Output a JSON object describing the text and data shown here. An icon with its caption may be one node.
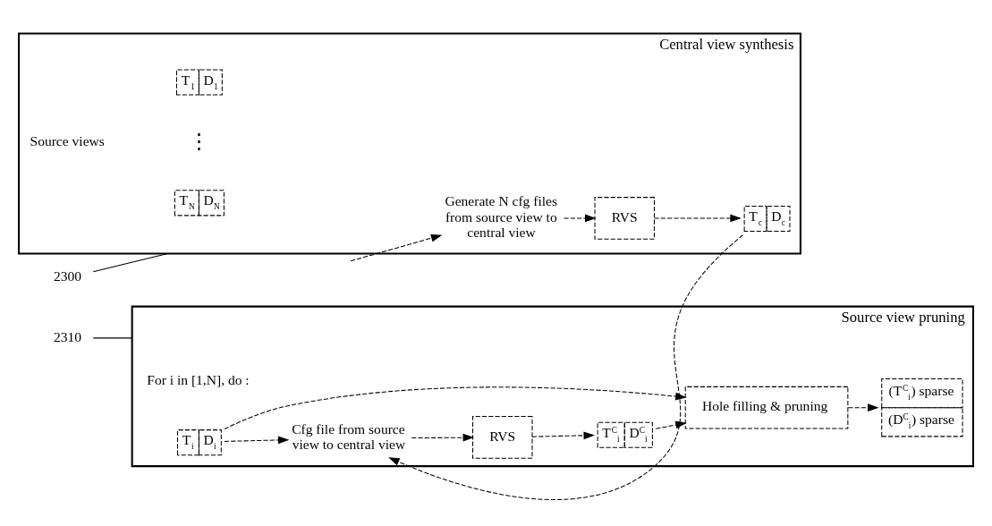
{
  "diagram": {
    "nodes": [
      {
        "text": [
          "Central view synthesis"
        ]
      },
      {
        "text": [
          "Source views"
        ],
        "in": 0
      },
      {
        "text": [
          "T$_{1}$",
          "D$_{1}$"
        ],
        "in": 0
      },
      {
        "text": [
          "T$_{N}$",
          "D$_{N}$"
        ],
        "in": 0
      },
      {
        "text": [
          "Generate N cfg files from source view to central view"
        ],
        "in": 0
      },
      {
        "text": [
          "RVS"
        ],
        "in": 0
      },
      {
        "text": [
          "T$_{c}$",
          "D$_{c}$"
        ],
        "in": 0
      },
      {
        "text": [
          "Source view pruning",
          "For i in [1,N], do :"
        ]
      },
      {
        "text": [
          "T$_{i}$",
          "D$_{i}$"
        ],
        "in": 7
      },
      {
        "text": [
          "Cfg file from source view to central view"
        ],
        "in": 7
      },
      {
        "text": [
          "RVS"
        ],
        "in": 7
      },
      {
        "text": [
          "T$^{C}$$_{i}$",
          "D$^{C}$$_{i}$"
        ],
        "in": 7
      },
      {
        "text": [
          "Hole filling & pruning"
        ],
        "in": 7
      },
      {
        "text": [
          "(T$^{C}$$_{i}$) sparse",
          "(D$^{C}$$_{i}$) sparse"
        ],
        "in": 7
      },
      {
        "text": [
          "2300"
        ]
      },
      {
        "text": [
          "2310"
        ]
      }
    ],
    "edges": [
      {
        "from": null,
        "to": 4,
        "arrow": "to",
        "style": "dashed"
      },
      {
        "from": 4,
        "to": 5,
        "arrow": "to",
        "style": "dashed"
      },
      {
        "from": 5,
        "to": 6,
        "arrow": "to",
        "style": "dashed"
      },
      {
        "from": 6,
        "to": 9,
        "arrow": "to",
        "style": "dashed"
      },
      {
        "from": 8,
        "to": 9,
        "arrow": "to",
        "style": "dashed"
      },
      {
        "from": 9,
        "to": 10,
        "arrow": "to",
        "style": "dashed"
      },
      {
        "from": 10,
        "to": 11,
        "arrow": "to",
        "style": "dashed"
      },
      {
        "from": 11,
        "to": 12,
        "arrow": "to",
        "style": "dashed"
      },
      {
        "from": 8,
        "to": 12,
        "arrow": "to",
        "style": "dashed"
      },
      {
        "from": 12,
        "to": 13,
        "arrow": "to",
        "style": "dashed"
      },
      {
        "from": 14,
        "to": 0,
        "arrow": "none"
      },
      {
        "from": 15,
        "to": 7,
        "arrow": "none"
      }
    ],
    "labels": [
      "⋮"
    ]
  }
}
